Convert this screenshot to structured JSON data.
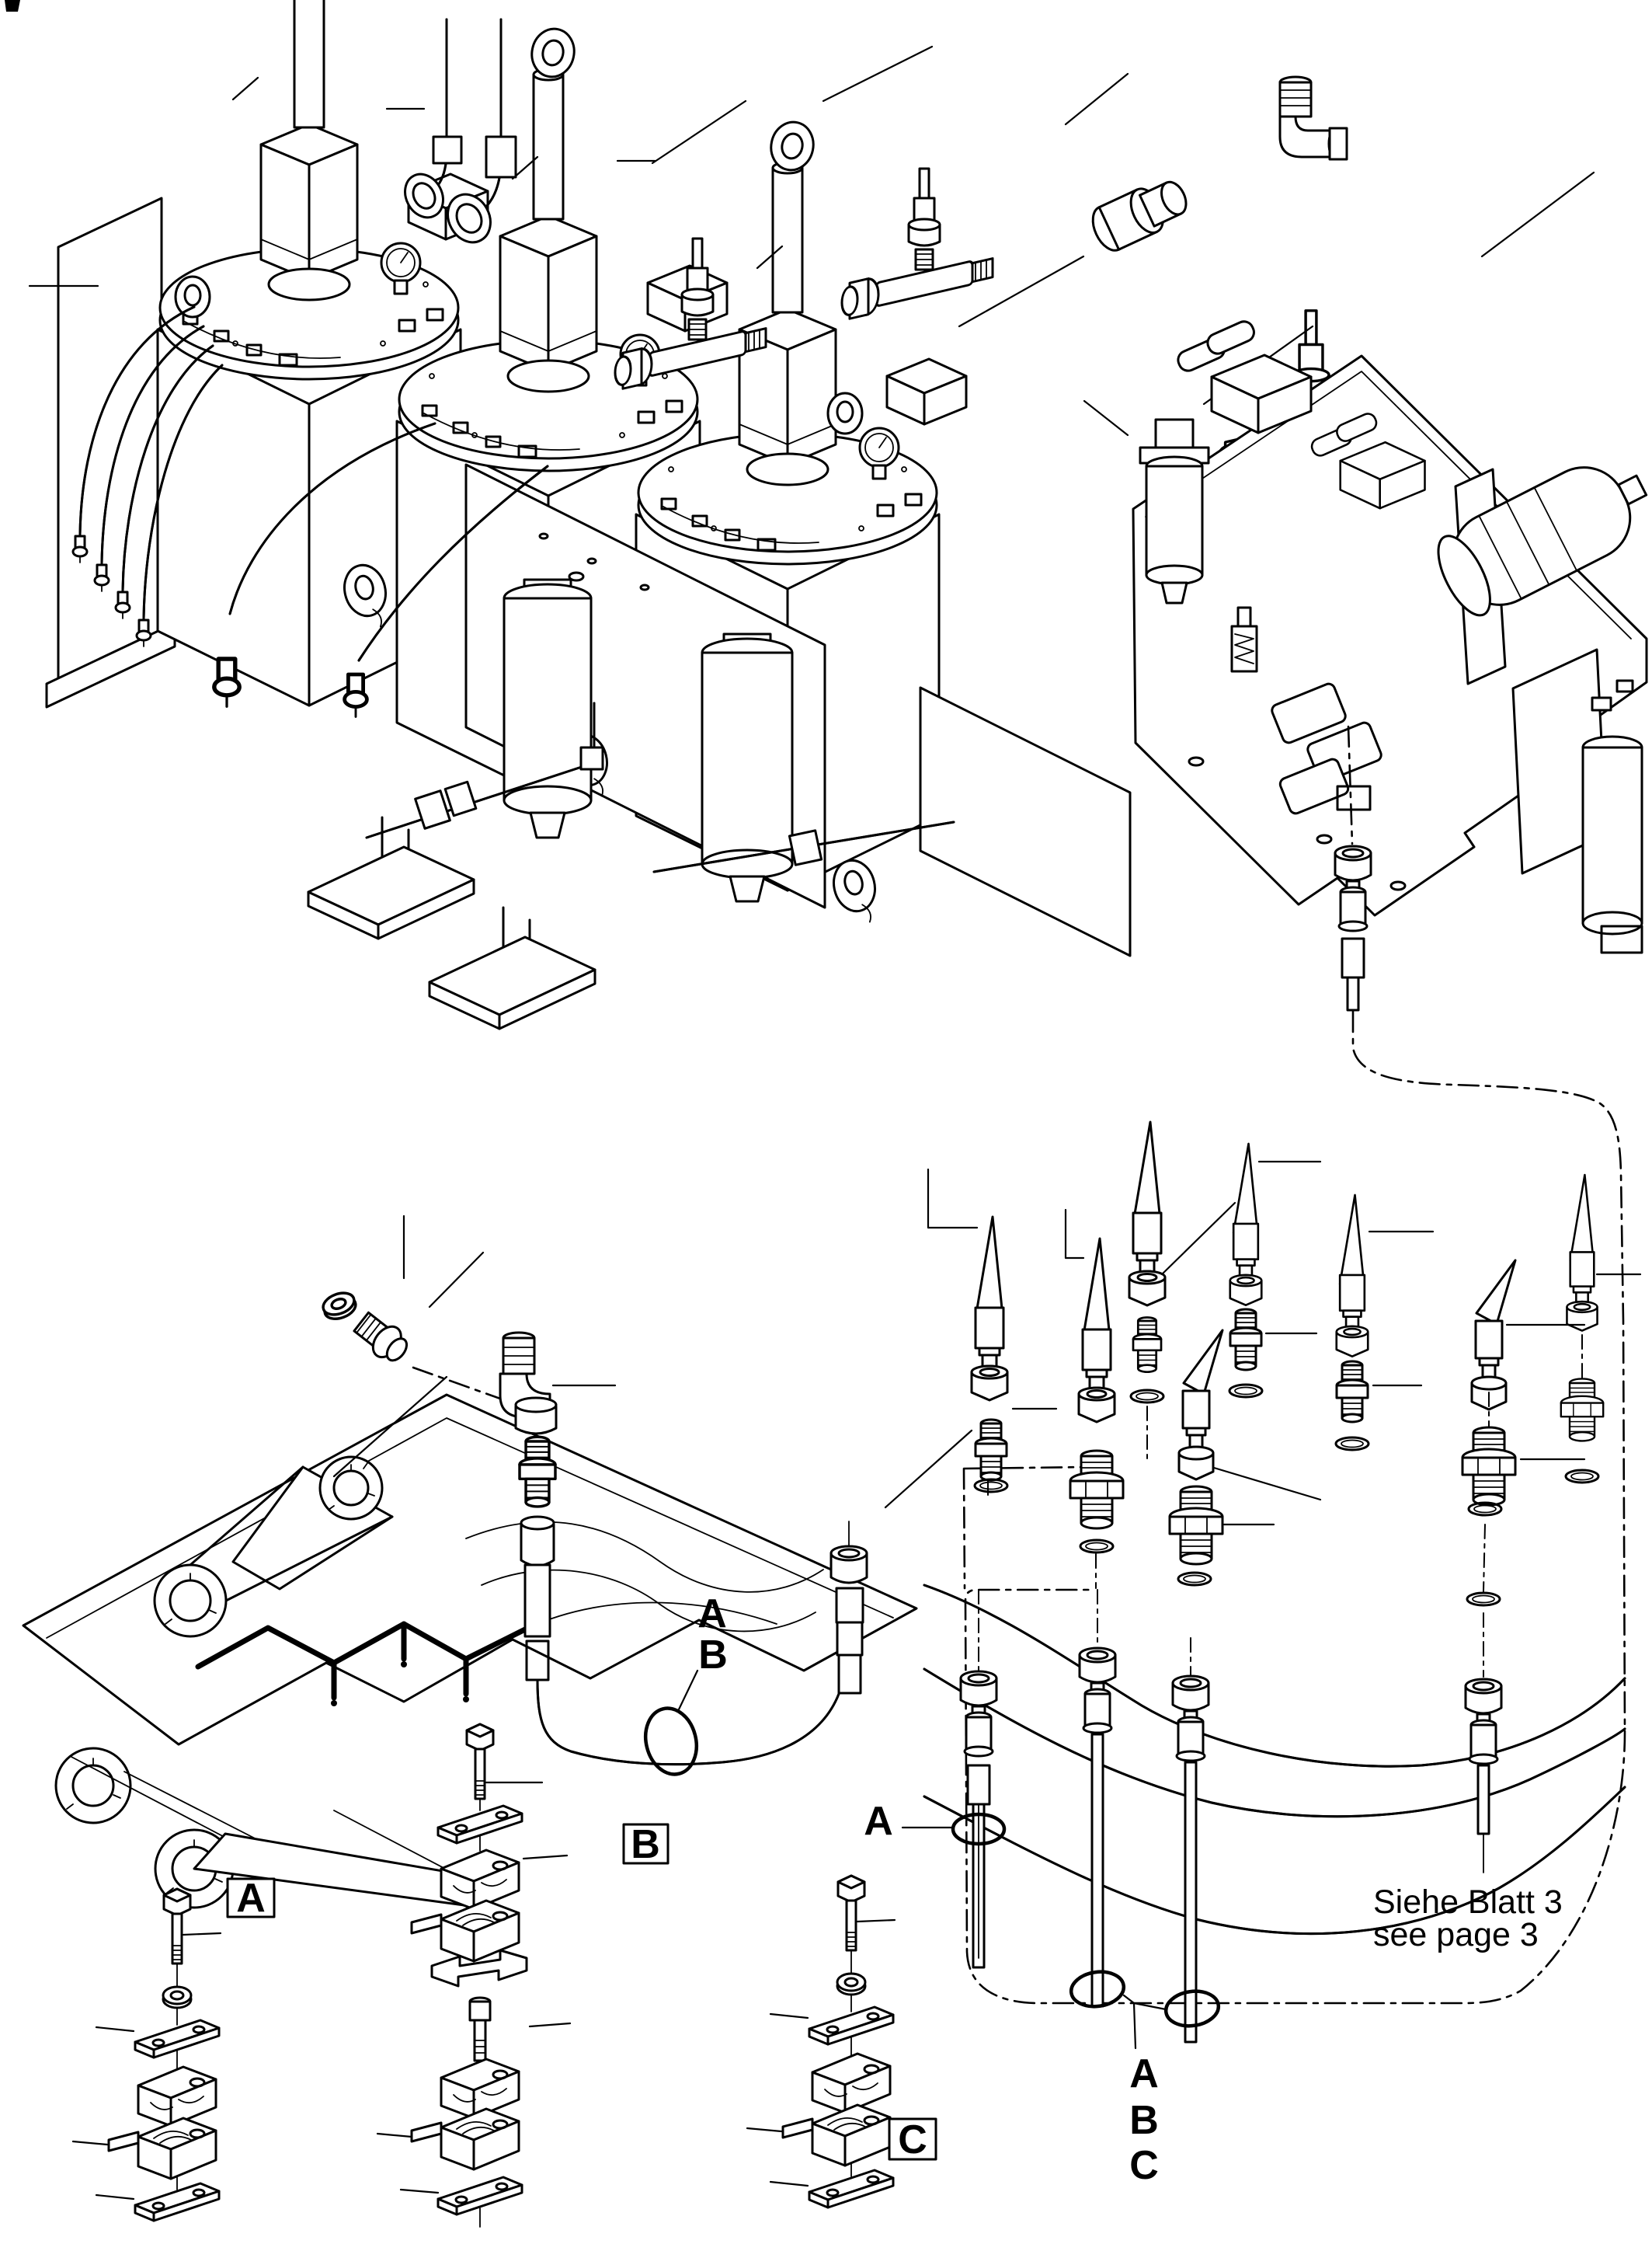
{
  "figure": {
    "type": "exploded-parts-diagram",
    "note": {
      "line1": "Siehe Blatt 3",
      "line2": "see page 3"
    },
    "boxed_labels": {
      "a": "A",
      "b": "B",
      "c": "C"
    },
    "hose_callouts": {
      "a": "A",
      "b": "B"
    },
    "pipe_callout": "A",
    "stacked_callouts": {
      "a": "A",
      "b": "B",
      "c": "C"
    }
  }
}
